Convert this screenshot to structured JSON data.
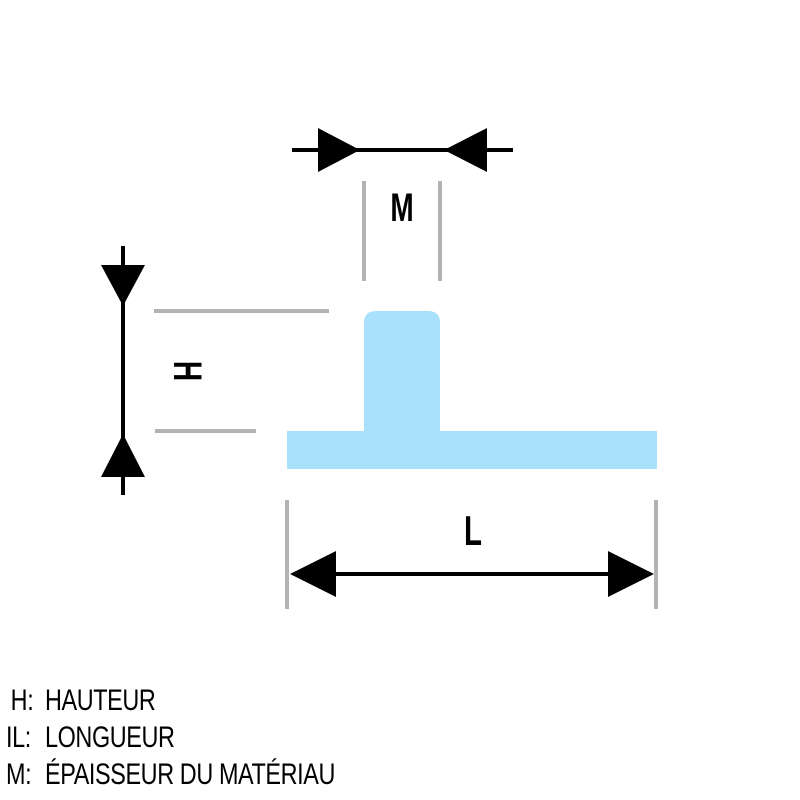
{
  "diagram": {
    "shape": "T-profile",
    "colors": {
      "profile_fill": "#A9E0FB",
      "dimension_line": "#000000",
      "extension_line": "#B3B3B3",
      "background": "#FFFFFF"
    },
    "dimensions": {
      "m": {
        "label": "M"
      },
      "h": {
        "label": "H"
      },
      "l": {
        "label": "L"
      }
    }
  },
  "legend": {
    "items": [
      {
        "key": "H:",
        "text": "HAUTEUR"
      },
      {
        "key": "IL:",
        "text": "LONGUEUR"
      },
      {
        "key": "M:",
        "text": "ÉPAISSEUR DU MATÉRIAU"
      }
    ]
  }
}
